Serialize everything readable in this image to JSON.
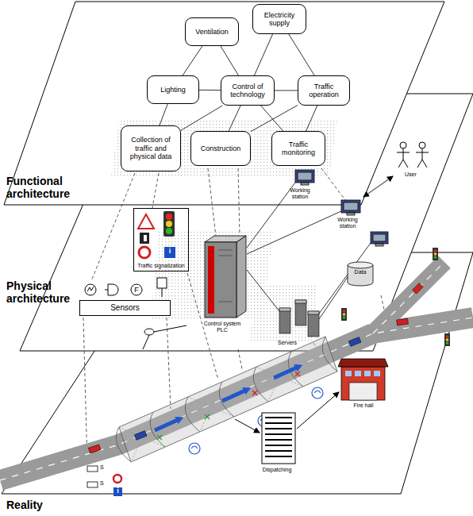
{
  "diagram": {
    "nodes": [
      {
        "text": [
          "Ventilation"
        ]
      },
      {
        "text": [
          "Electricity supply"
        ]
      },
      {
        "text": [
          "Lighting"
        ]
      },
      {
        "text": [
          "Control of technology"
        ]
      },
      {
        "text": [
          "Traffic operation"
        ]
      },
      {
        "text": [
          "Collection of traffic and physical data"
        ]
      },
      {
        "text": [
          "Construction"
        ]
      },
      {
        "text": [
          "Traffic monitoring"
        ]
      },
      {
        "text": [
          "Traffic signalization"
        ]
      },
      {
        "text": [
          "Sensors"
        ]
      }
    ],
    "edges": [
      {
        "from": 0,
        "to": 2,
        "arrow": "none"
      },
      {
        "from": 0,
        "to": 3,
        "arrow": "none"
      },
      {
        "from": 1,
        "to": 3,
        "arrow": "none"
      },
      {
        "from": 1,
        "to": 4,
        "arrow": "none"
      },
      {
        "from": 2,
        "to": 3,
        "arrow": "none"
      },
      {
        "from": 3,
        "to": 4,
        "arrow": "none"
      },
      {
        "from": 2,
        "to": 5,
        "arrow": "none"
      },
      {
        "from": 3,
        "to": 5,
        "arrow": "none"
      },
      {
        "from": 3,
        "to": 6,
        "arrow": "none"
      },
      {
        "from": 3,
        "to": 7,
        "arrow": "none"
      },
      {
        "from": 4,
        "to": 6,
        "arrow": "none"
      },
      {
        "from": 4,
        "to": 7,
        "arrow": "none"
      }
    ],
    "labels": [
      "Functional architecture",
      "Physical architecture",
      "Reality",
      "User",
      "Working station",
      "Working station",
      "Data",
      "Servers",
      "Control system PLC",
      "Dispatching",
      "Fire hall",
      "S",
      "S",
      "F",
      "i",
      "i"
    ]
  }
}
